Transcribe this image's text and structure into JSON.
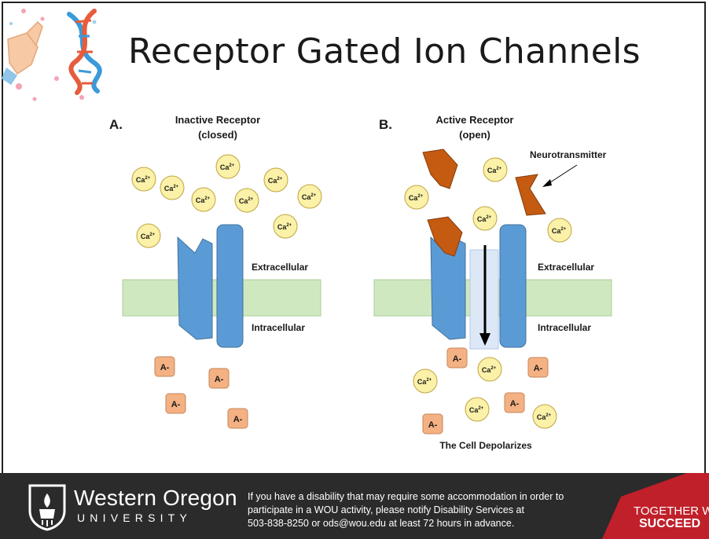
{
  "slide": {
    "title": "Receptor Gated Ion Channels",
    "logo_icon": "dna-hand-icon"
  },
  "panel_a": {
    "letter": "A.",
    "heading_line1": "Inactive Receptor",
    "heading_line2": "(closed)",
    "extracellular": "Extracellular",
    "intracellular": "Intracellular",
    "ca_label_base": "Ca",
    "ca_label_sup": "2+",
    "anion_label": "A-"
  },
  "panel_b": {
    "letter": "B.",
    "heading_line1": "Active Receptor",
    "heading_line2": "(open)",
    "neurotransmitter": "Neurotransmitter",
    "extracellular": "Extracellular",
    "intracellular": "Intracellular",
    "caption": "The Cell Depolarizes",
    "ca_label_base": "Ca",
    "ca_label_sup": "2+",
    "anion_label": "A-"
  },
  "colors": {
    "membrane": "#cfe8c0",
    "receptor": "#5b9bd5",
    "channel_open": "#dce8f6",
    "calcium": "#fbf1a8",
    "anion": "#f4b183",
    "neurotransmitter": "#c55a11",
    "footer_bg": "#2b2b2b",
    "footer_accent": "#c0202a"
  },
  "footer": {
    "logo_name": "Western Oregon",
    "logo_sub": "UNIVERSITY",
    "notice_line1": "If you have a disability that may require some accommodation in order to",
    "notice_line2": "participate in a WOU activity, please notify Disability Services at",
    "notice_line3": "503-838-8250 or ods@wou.edu at least 72 hours in advance.",
    "tagline_line1": "TOGETHER WE",
    "tagline_line2": "SUCCEED"
  }
}
